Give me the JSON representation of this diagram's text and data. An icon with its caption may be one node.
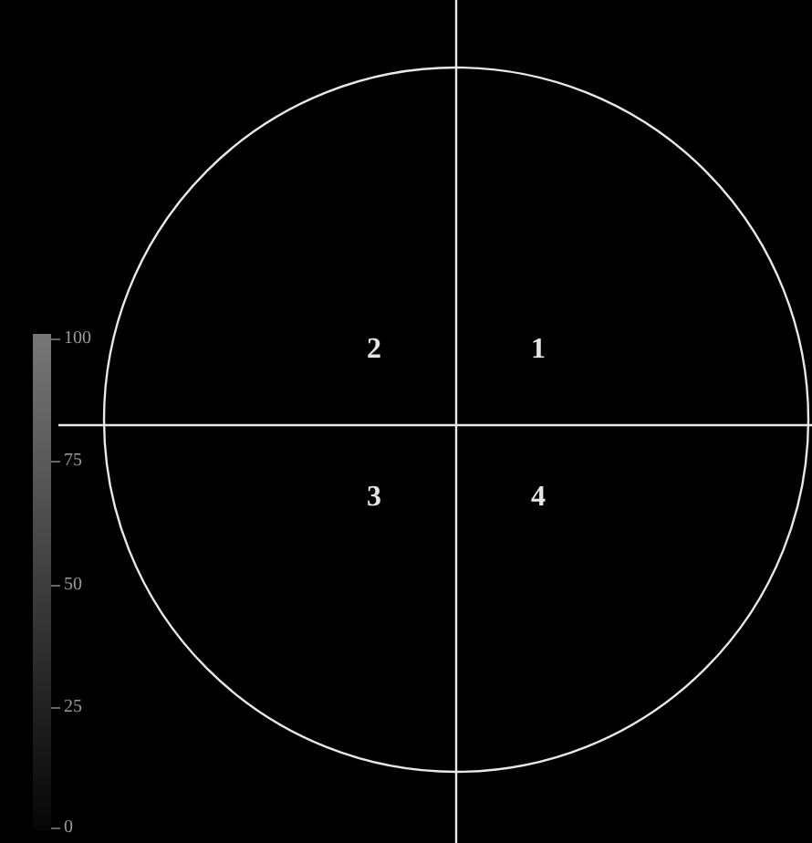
{
  "diagram": {
    "labels": [
      "100",
      "2",
      "1",
      "75",
      "3",
      "4",
      "50",
      "25",
      "0"
    ]
  }
}
